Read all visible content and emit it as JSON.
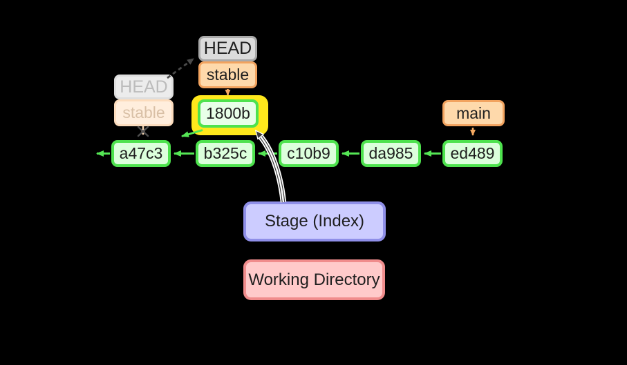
{
  "diagram": {
    "head_current": {
      "label": "HEAD"
    },
    "stable_current": {
      "label": "stable"
    },
    "head_previous": {
      "label": "HEAD"
    },
    "stable_previous": {
      "label": "stable"
    },
    "main_branch": {
      "label": "main"
    },
    "new_commit": {
      "label": "1800b"
    },
    "commits": [
      {
        "label": "a47c3"
      },
      {
        "label": "b325c"
      },
      {
        "label": "c10b9"
      },
      {
        "label": "da985"
      },
      {
        "label": "ed489"
      }
    ],
    "stage": {
      "label": "Stage (Index)"
    },
    "working_directory": {
      "label": "Working Directory"
    }
  },
  "colors": {
    "bg": "#000000",
    "text": "#1e1e1e",
    "green-border": "#4ee24e",
    "green-fill": "#dcffdc",
    "green-fill-new": "#e8ffe8",
    "green-arrow": "#55e655",
    "yellow": "#ffe81c",
    "orange-fill": "#fed9ab",
    "orange-border": "#f2a35f",
    "orange-arrow": "#f5a961",
    "gray-fill": "#dcdcdc",
    "gray-border": "#a9a9a9",
    "faded-gray-fill": "#ececec",
    "faded-gray-border": "#dedede",
    "faded-gray-text": "#bcbcbc",
    "faded-orange-fill": "#ffeedd",
    "faded-orange-border": "#fcdcbd",
    "faded-orange-text": "#d9c0a6",
    "faded-orange-arrow": "#f2d2b0",
    "stage-fill": "#ccccff",
    "stage-border": "#8f8fe8",
    "wd-fill": "#ffcaca",
    "wd-border": "#f08c8c",
    "dash-arrow": "#4a4a4a",
    "double-dark": "#3a3a3a",
    "x-mark": "#4f4f4f"
  }
}
